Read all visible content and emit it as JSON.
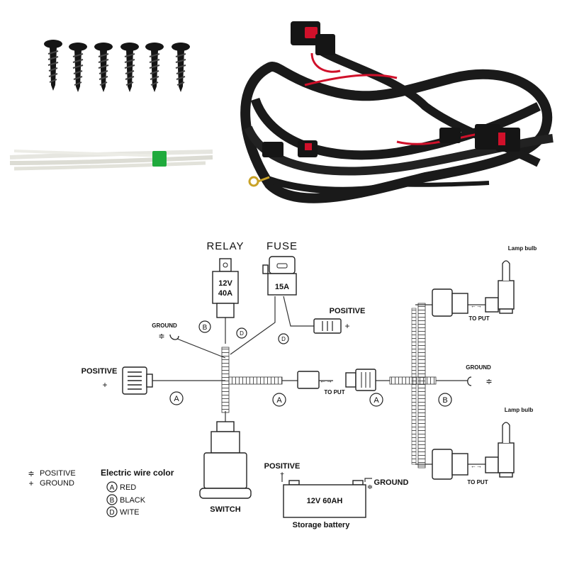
{
  "diagram": {
    "relay": {
      "title": "RELAY",
      "voltage": "12V",
      "amps": "40A"
    },
    "fuse": {
      "title": "FUSE",
      "rating": "15A"
    },
    "labels": {
      "positive": "POSITIVE",
      "ground": "GROUND",
      "to_put": "TO PUT",
      "lamp_bulb": "Lamp bulb",
      "switch": "SWITCH",
      "storage_battery": "Storage battery",
      "battery_rating": "12V  60AH"
    },
    "wire_letters": {
      "red": "A",
      "black": "B",
      "white": "D"
    },
    "legend": {
      "symbol_items": [
        {
          "symbol": "≑",
          "text": "POSITIVE"
        },
        {
          "symbol": "+",
          "text": "GROUND"
        }
      ],
      "color_title": "Electric wire color",
      "color_items": [
        {
          "letter": "A",
          "text": "RED"
        },
        {
          "letter": "B",
          "text": "BLACK"
        },
        {
          "letter": "D",
          "text": "WITE"
        }
      ]
    },
    "colors": {
      "harness_black": "#1a1a1a",
      "red_wire": "#d0102a",
      "tie_green": "#1faa3c",
      "line": "#222222"
    }
  }
}
